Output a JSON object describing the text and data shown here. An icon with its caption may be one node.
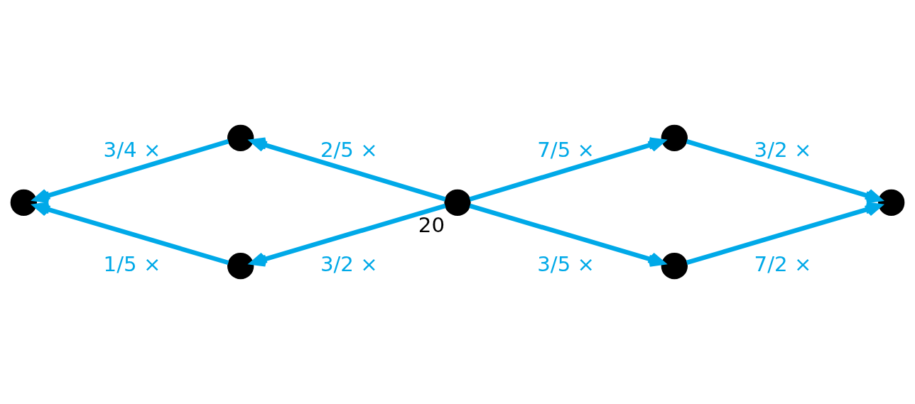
{
  "diagram": {
    "nodes": [
      {
        "text": [],
        "shape": "circle"
      },
      {
        "text": [],
        "shape": "circle"
      },
      {
        "text": [],
        "shape": "circle"
      },
      {
        "text": [],
        "shape": "circle",
        "beside": [
          "20"
        ]
      },
      {
        "text": [],
        "shape": "circle"
      },
      {
        "text": [],
        "shape": "circle"
      },
      {
        "text": [],
        "shape": "circle"
      }
    ],
    "edges": [
      {
        "from": 0,
        "to": 1,
        "arrow": "to",
        "label": "3/4 ×"
      },
      {
        "from": 3,
        "to": 0,
        "arrow": "to",
        "label": "2/5 ×"
      },
      {
        "from": 3,
        "to": 4,
        "arrow": "to",
        "label": "7/5 ×"
      },
      {
        "from": 4,
        "to": 5,
        "arrow": "to",
        "label": "3/2 ×"
      },
      {
        "from": 2,
        "to": 1,
        "arrow": "to",
        "label": "1/5 ×"
      },
      {
        "from": 3,
        "to": 2,
        "arrow": "to",
        "label": "3/2 ×"
      },
      {
        "from": 3,
        "to": 6,
        "arrow": "to",
        "label": "3/5 ×"
      },
      {
        "from": 6,
        "to": 5,
        "arrow": "to",
        "label": "7/2 ×"
      }
    ]
  }
}
